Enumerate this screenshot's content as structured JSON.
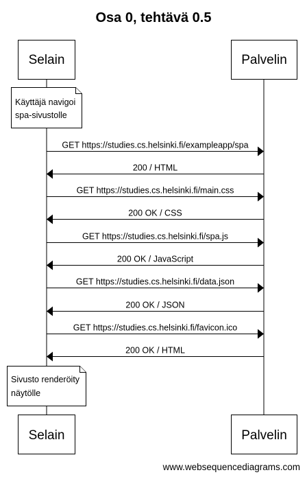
{
  "title": "Osa 0, tehtävä 0.5",
  "participants": {
    "left": "Selain",
    "right": "Palvelin"
  },
  "notes": [
    [
      "Käyttäjä navigoi",
      "spa-sivustolle"
    ],
    [
      "Sivusto renderöity",
      "näytölle"
    ]
  ],
  "messages": [
    {
      "from": "Selain",
      "to": "Palvelin",
      "label": "GET https://studies.cs.helsinki.fi/exampleapp/spa"
    },
    {
      "from": "Palvelin",
      "to": "Selain",
      "label": "200 / HTML"
    },
    {
      "from": "Selain",
      "to": "Palvelin",
      "label": "GET https://studies.cs.helsinki.fi/main.css"
    },
    {
      "from": "Palvelin",
      "to": "Selain",
      "label": "200 OK / CSS"
    },
    {
      "from": "Selain",
      "to": "Palvelin",
      "label": "GET https://studies.cs.helsinki.fi/spa.js"
    },
    {
      "from": "Palvelin",
      "to": "Selain",
      "label": "200 OK / JavaScript"
    },
    {
      "from": "Selain",
      "to": "Palvelin",
      "label": "GET https://studies.cs.helsinki.fi/data.json"
    },
    {
      "from": "Palvelin",
      "to": "Selain",
      "label": "200 OK / JSON"
    },
    {
      "from": "Selain",
      "to": "Palvelin",
      "label": "GET https://studies.cs.helsinki.fi/favicon.ico"
    },
    {
      "from": "Palvelin",
      "to": "Selain",
      "label": "200 OK / HTML"
    }
  ],
  "watermark": "www.websequencediagrams.com"
}
